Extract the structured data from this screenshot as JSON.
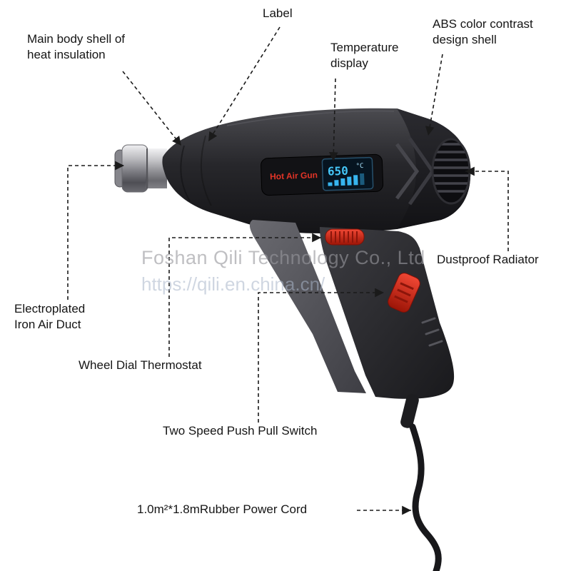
{
  "page": {
    "background": "#ffffff"
  },
  "device": {
    "brand_label": "Hot Air Gun",
    "display_temp": "650",
    "display_unit": "°C",
    "body_color": "#232327",
    "accent_red": "#d8301f",
    "lcd_blue": "#45c6f7"
  },
  "watermark": {
    "company": "Foshan Qili Technology Co., Ltd",
    "url": "https://qili.en.china.cn/"
  },
  "callouts": {
    "label": "Label",
    "main_body": "Main body shell of\nheat insulation",
    "temperature": "Temperature\ndisplay",
    "abs_shell": "ABS color contrast\ndesign shell",
    "dustproof": "Dustproof Radiator",
    "air_duct": "Electroplated\nIron Air Duct",
    "wheel_dial": "Wheel Dial Thermostat",
    "push_switch": "Two Speed Push Pull Switch",
    "power_cord": "1.0m²*1.8mRubber Power Cord"
  }
}
